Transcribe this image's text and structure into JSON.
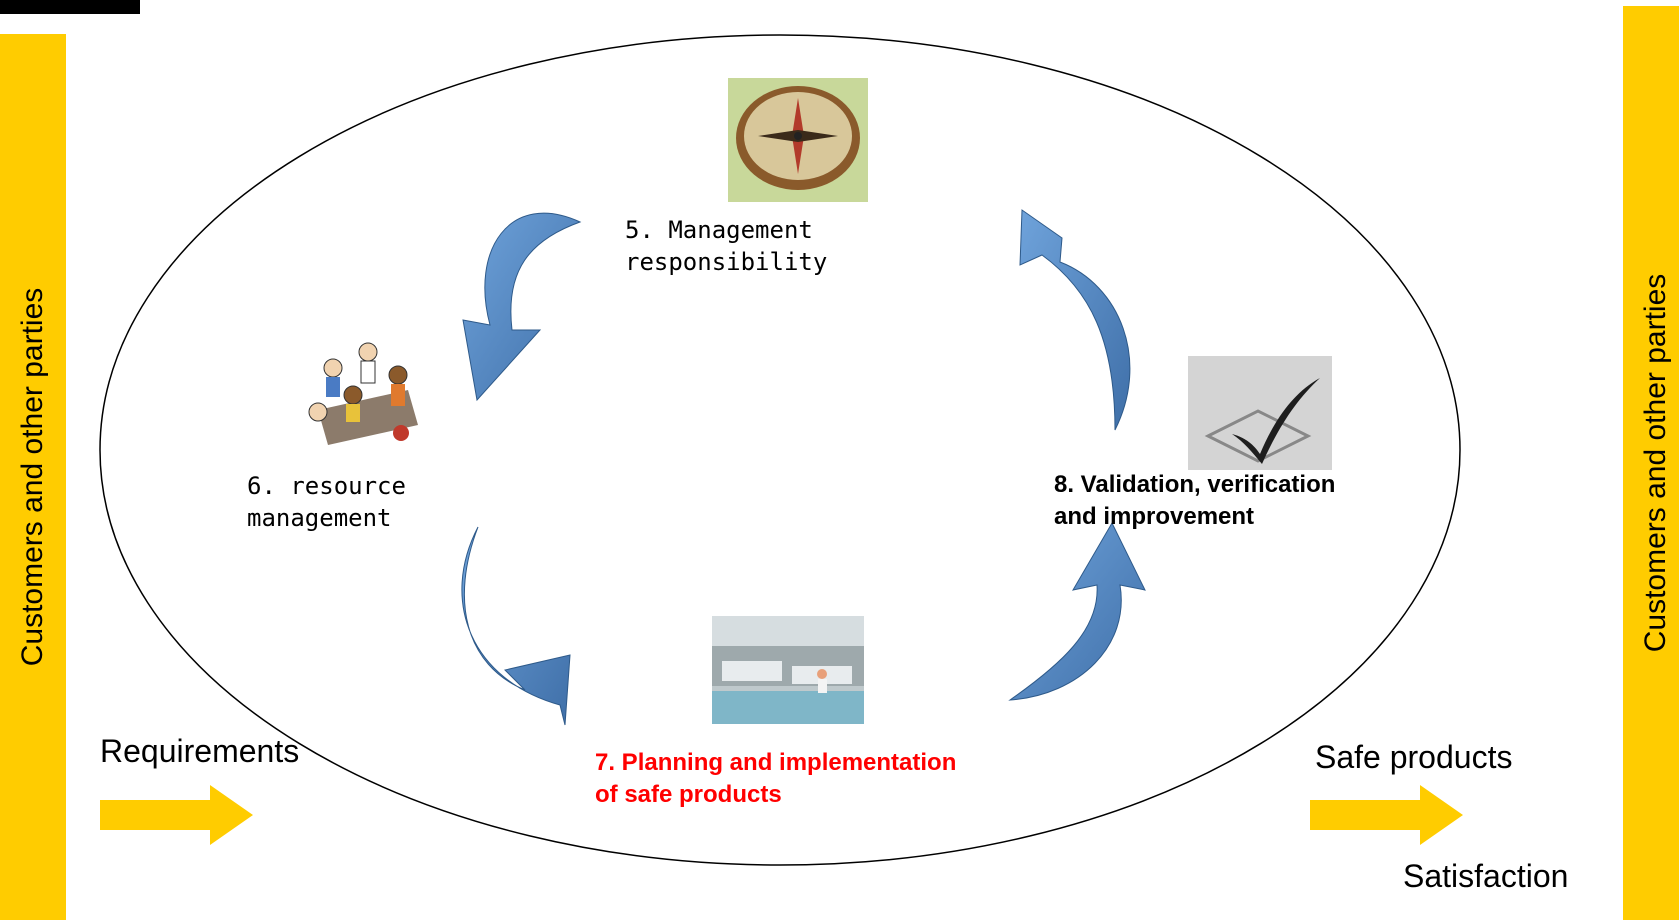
{
  "side_bars": {
    "left_label": "Customers and other parties",
    "right_label": "Customers and other parties"
  },
  "steps": {
    "management": {
      "line1": "5. Management",
      "line2": "responsibility"
    },
    "resource": {
      "line1": "6. resource",
      "line2": "management"
    },
    "planning": {
      "line1": "7. Planning and implementation",
      "line2": "of safe products"
    },
    "validation": {
      "line1": "8. Validation, verification",
      "line2": "and improvement"
    }
  },
  "io": {
    "requirements": "Requirements",
    "safe_products": "Safe products",
    "satisfaction": "Satisfaction"
  },
  "colors": {
    "side_bar": "#FFCC00",
    "cycle_arrow": "#4F81BD",
    "io_arrow": "#FFCC00",
    "highlight_text": "#FF0000"
  },
  "icons": {
    "management": "compass-icon",
    "resource": "team-meeting-icon",
    "planning": "factory-floor-icon",
    "validation": "checkmark-icon"
  }
}
